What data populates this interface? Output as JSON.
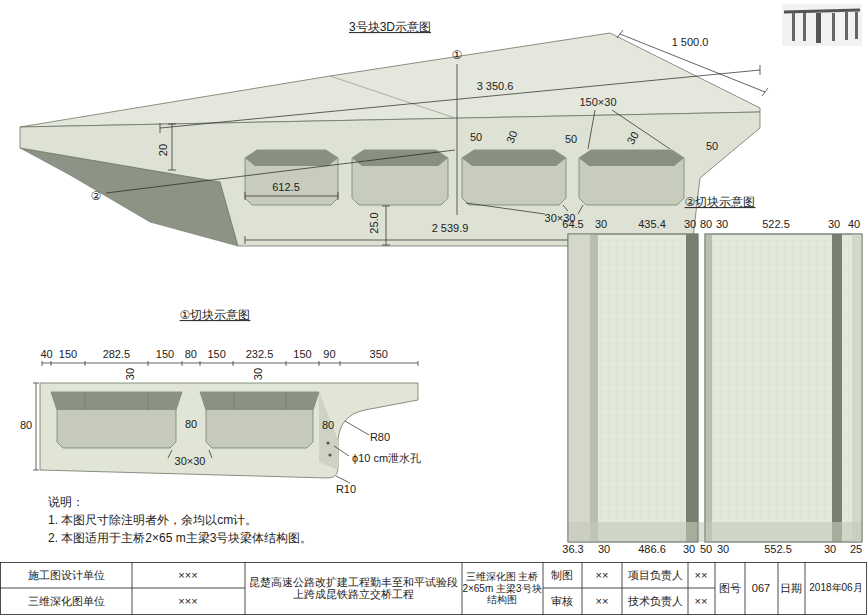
{
  "diagram": {
    "labels": [
      "3号块3D示意图",
      "①",
      "1 500.0",
      "3 350.6",
      "150×30",
      "30",
      "50",
      "30",
      "20",
      "②",
      "612.5",
      "50",
      "50",
      "30×30",
      "25.0",
      "2 539.9",
      "①切块示意图",
      "40",
      "150",
      "282.5",
      "150",
      "80",
      "150",
      "232.5",
      "150",
      "90",
      "350",
      "30",
      "30",
      "80",
      "80",
      "30×30",
      "80",
      "R80",
      "ϕ10 cm泄水孔",
      "R10",
      "说明：",
      "1. 本图尺寸除注明者外，余均以cm计。",
      "2. 本图适用于主桥2×65 m主梁3号块梁体结构图。",
      "②切块示意图",
      "64.5",
      "30",
      "435.4",
      "30",
      "80",
      "30",
      "522.5",
      "30",
      "40",
      "36.3",
      "30",
      "486.6",
      "30",
      "50",
      "30",
      "552.5",
      "30",
      "25",
      "施工图设计单位",
      "×××",
      "三维深化图单位",
      "×××",
      "昆楚高速公路改扩建工程勤丰至和平试验段 上跨成昆铁路立交桥工程",
      "三维深化图 主桥2×65m 主梁3号块结构图",
      "制图",
      "××",
      "项目负责人",
      "××",
      "审核",
      "××",
      "技术负责人",
      "××",
      "图号",
      "067",
      "日期",
      "2018年06月"
    ]
  }
}
